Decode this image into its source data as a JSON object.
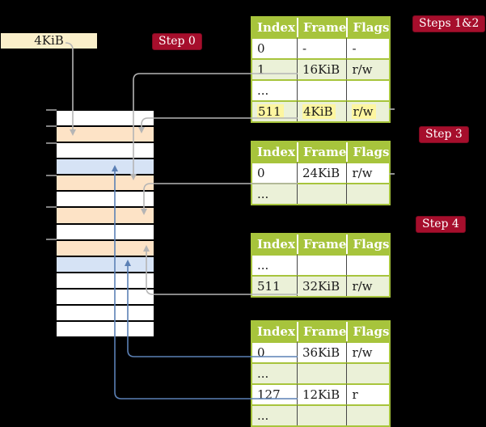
{
  "labels": {
    "cr3_box": "4KiB",
    "step0": "Step 0",
    "steps12": "Steps 1&2",
    "step3": "Step 3",
    "step4": "Step 4"
  },
  "tables": [
    {
      "name": "page-table-steps-1-2",
      "headers": [
        "Index",
        "Frame",
        "Flags"
      ],
      "rows": [
        {
          "cells": [
            "0",
            "-",
            "-"
          ],
          "highlight": false
        },
        {
          "cells": [
            "1",
            "16KiB",
            "r/w"
          ],
          "highlight": false
        },
        {
          "cells": [
            "...",
            "",
            ""
          ],
          "highlight": false
        },
        {
          "cells": [
            "511",
            "4KiB",
            "r/w"
          ],
          "highlight": true
        }
      ]
    },
    {
      "name": "page-table-step-3",
      "headers": [
        "Index",
        "Frame",
        "Flags"
      ],
      "rows": [
        {
          "cells": [
            "0",
            "24KiB",
            "r/w"
          ],
          "highlight": false
        },
        {
          "cells": [
            "...",
            "",
            ""
          ],
          "highlight": false
        }
      ]
    },
    {
      "name": "page-table-step-4",
      "headers": [
        "Index",
        "Frame",
        "Flags"
      ],
      "rows": [
        {
          "cells": [
            "...",
            "",
            ""
          ],
          "highlight": false
        },
        {
          "cells": [
            "511",
            "32KiB",
            "r/w"
          ],
          "highlight": false
        }
      ]
    },
    {
      "name": "page-table-final",
      "headers": [
        "Index",
        "Frame",
        "Flags"
      ],
      "rows": [
        {
          "cells": [
            "0",
            "36KiB",
            "r/w"
          ],
          "highlight": false
        },
        {
          "cells": [
            "...",
            "",
            ""
          ],
          "highlight": false
        },
        {
          "cells": [
            "127",
            "12KiB",
            "r"
          ],
          "highlight": false
        },
        {
          "cells": [
            "...",
            "",
            ""
          ],
          "highlight": false
        }
      ]
    }
  ],
  "memory": {
    "rows": [
      {
        "color": "#ffffff"
      },
      {
        "color": "#fde3c6"
      },
      {
        "color": "#ffffff"
      },
      {
        "color": "#d6e3f5"
      },
      {
        "color": "#fde3c6"
      },
      {
        "color": "#ffffff"
      },
      {
        "color": "#fde3c6"
      },
      {
        "color": "#ffffff"
      },
      {
        "color": "#fde3c6"
      },
      {
        "color": "#d6e3f5"
      },
      {
        "color": "#ffffff"
      },
      {
        "color": "#ffffff"
      },
      {
        "color": "#ffffff"
      },
      {
        "color": "#ffffff"
      }
    ]
  },
  "colors": {
    "canvas_bg": "#000000",
    "step_label_bg": "#a60e2c",
    "cr3_box_bg": "#faefca",
    "table_header_bg": "#a7c43c",
    "table_row_green": "#ebf1d8",
    "highlight_yellow": "#fdf6a0",
    "frame_peach": "#fde3c6",
    "frame_blue": "#d6e3f5",
    "arrow_gray": "#b5b5b5",
    "arrow_blue": "#5b80b5",
    "tick_gray": "#828282"
  }
}
